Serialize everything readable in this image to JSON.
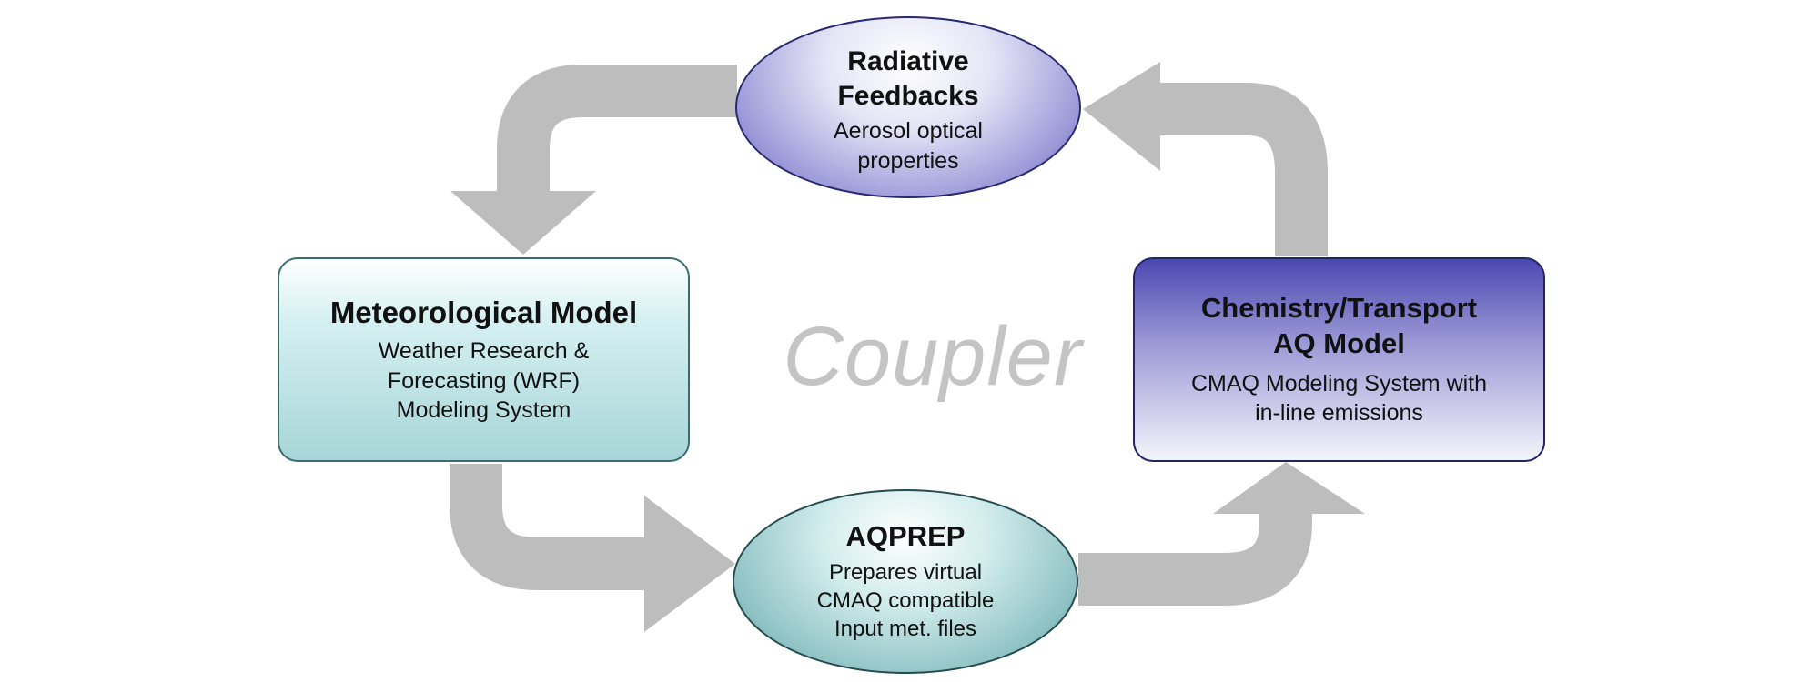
{
  "center_label": "Coupler",
  "nodes": {
    "radiative": {
      "title": "Radiative\nFeedbacks",
      "title_l1": "Radiative",
      "title_l2": "Feedbacks",
      "subtitle": "Aerosol optical\nproperties"
    },
    "meteorological": {
      "title": "Meteorological Model",
      "subtitle": "Weather Research &\nForecasting (WRF)\nModeling System"
    },
    "chemistry": {
      "title_l1": "Chemistry/Transport",
      "title_l2": "AQ Model",
      "subtitle": "CMAQ Modeling System with\nin-line emissions"
    },
    "aqprep": {
      "title": "AQPREP",
      "subtitle": "Prepares virtual\nCMAQ compatible\nInput met. files"
    }
  },
  "colors": {
    "arrow": "#bdbdbd",
    "coupler_text": "#c4c4c4",
    "radiative_fill": "#9a98d8",
    "meteorological_fill": "#a7d6d8",
    "chemistry_fill": "#4a48b0",
    "aqprep_fill": "#8ec2c4"
  }
}
